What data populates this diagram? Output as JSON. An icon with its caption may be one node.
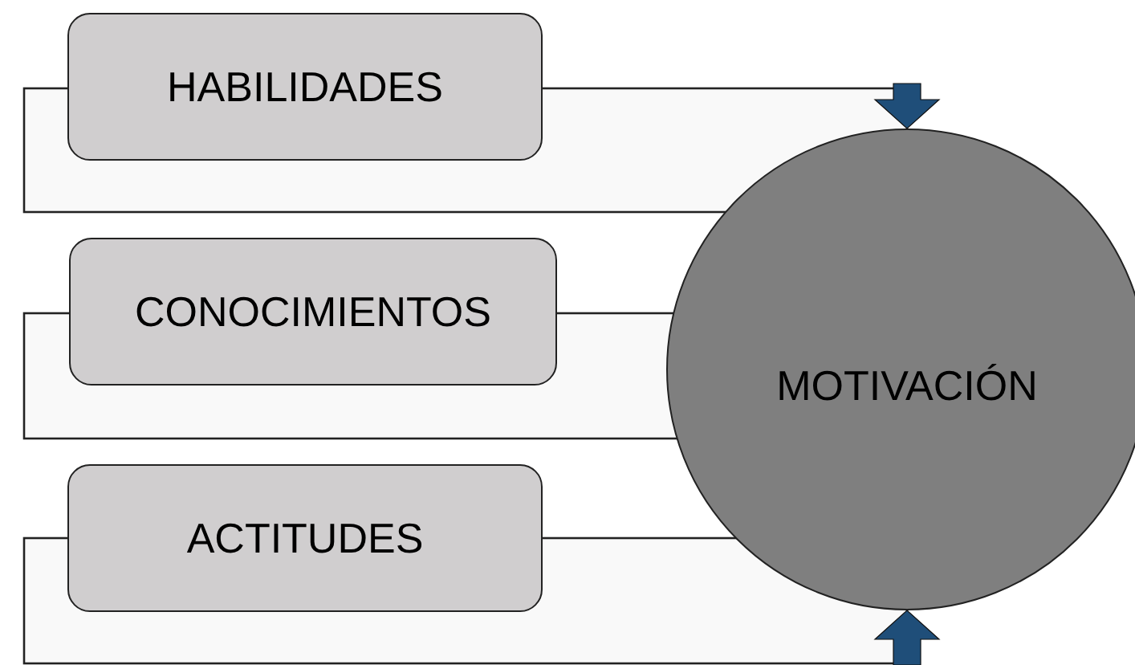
{
  "diagram": {
    "nodes": [
      {
        "text": [
          "HABILIDADES"
        ]
      },
      {
        "text": [
          "CONOCIMIENTOS"
        ]
      },
      {
        "text": [
          "ACTITUDES"
        ]
      },
      {
        "text": [
          "MOTIVACIÓN"
        ]
      }
    ],
    "edges": [
      {
        "from": null,
        "to": 3,
        "arrow": "to",
        "style": "thick",
        "color": "#1f4e79"
      },
      {
        "from": null,
        "to": 3,
        "arrow": "to",
        "style": "thick",
        "color": "#1f4e79"
      }
    ]
  }
}
